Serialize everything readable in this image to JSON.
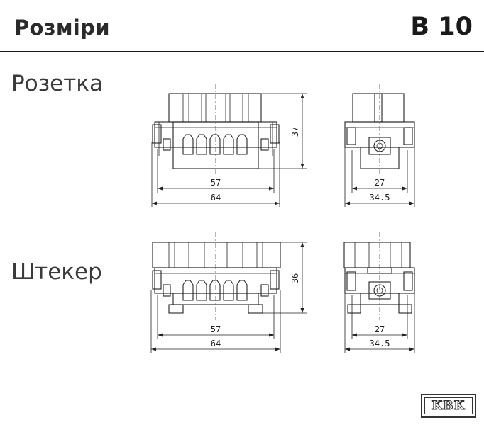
{
  "header": {
    "title": "Розміри",
    "series": "B 10"
  },
  "sections": {
    "socket": {
      "label": "Розетка",
      "front": {
        "height": "37",
        "pitch": "57",
        "width": "64"
      },
      "side": {
        "inner": "27",
        "outer": "34.5"
      }
    },
    "plug": {
      "label": "Штекер",
      "front": {
        "height": "36",
        "pitch": "57",
        "width": "64"
      },
      "side": {
        "inner": "27",
        "outer": "34.5"
      }
    }
  },
  "logo": {
    "text": "KBK"
  }
}
